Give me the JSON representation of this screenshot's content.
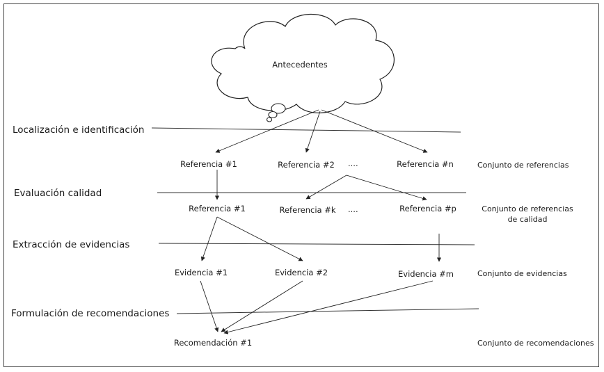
{
  "diagram": {
    "cloud_label": "Antecedentes",
    "stages": {
      "s1": "Localización e identificación",
      "s2": "Evaluación calidad",
      "s3": "Extracción de evidencias",
      "s4": "Formulación de recomendaciones"
    },
    "row1": {
      "ref1": "Referencia #1",
      "ref2": "Referencia #2",
      "dots": "....",
      "refn": "Referencia #n",
      "set": "Conjunto de referencias"
    },
    "row2": {
      "ref1": "Referencia #1",
      "refk": "Referencia #k",
      "dots": "....",
      "refp": "Referencia #p",
      "set_line1": "Conjunto de referencias",
      "set_line2": "de calidad"
    },
    "row3": {
      "ev1": "Evidencia #1",
      "ev2": "Evidencia #2",
      "evm": "Evidencia #m",
      "set": "Conjunto de evidencias"
    },
    "row4": {
      "rec1": "Recomendación #1",
      "set": "Conjunto de recomendaciones"
    }
  }
}
